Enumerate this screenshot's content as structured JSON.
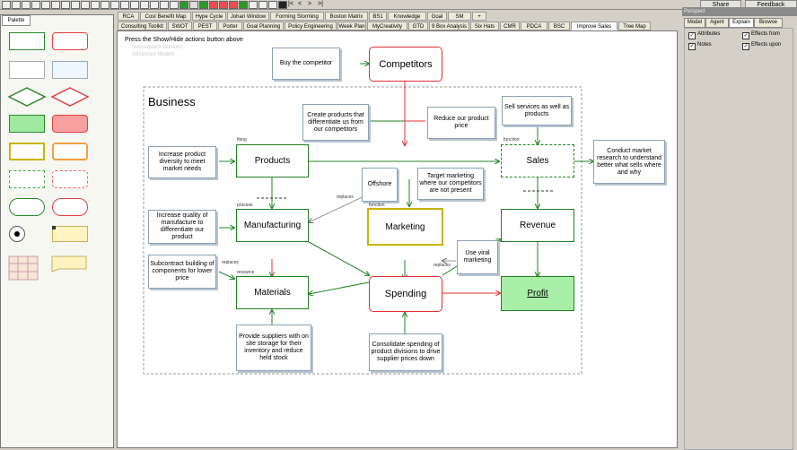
{
  "header": {
    "share": "Share",
    "feedback": "Feedback",
    "panel_title": "Perspect"
  },
  "palette": {
    "tab_label": "Palette"
  },
  "tabs_row1": [
    "RCA",
    "Cost Benefit Map",
    "Hype Cycle",
    "Johari Window",
    "Forming Storming",
    "Boston Matrix",
    "BS1",
    "Knowledge",
    "Goal",
    "SM",
    "+"
  ],
  "tabs_row2": [
    "Consulting Toolkit",
    "SWOT",
    "PEST",
    "Porter",
    "Goal Planning",
    "Policy Engineering",
    "Week Plan",
    "MyCreativity",
    "GTD",
    "9 Box Analysis",
    "Six Hats",
    "CMR",
    "PDCA",
    "BSC",
    "Improve Sales",
    "Tree Map"
  ],
  "canvas": {
    "instruction": "Press the Show/Hide actions button above",
    "faded1": "Subsequent Versions",
    "faded2": "Advanced Models",
    "group_title": "Business",
    "nodes": {
      "competitors": "Competitors",
      "products": "Products",
      "sales": "Sales",
      "manufacturing": "Manufacturing",
      "marketing": "Marketing",
      "revenue": "Revenue",
      "materials": "Materials",
      "spending": "Spending",
      "profit": "Profit"
    },
    "notes": {
      "buy": "Buy the competitor",
      "create": "Create products that differentiate us from our competitors",
      "reduce": "Reduce our product price",
      "sell": "Sell services as well as products",
      "research": "Conduct market research to understand better what sells where and why",
      "increase_div": "Increase product diversity to meet market needs",
      "offshore": "Offshore",
      "target": "Target marketing where our competitors are not present",
      "quality": "Increase quality of manufacture to differentiate our product",
      "viral": "Use viral marketing",
      "subcontract": "Subcontract building of components for lower price",
      "suppliers": "Provide suppliers with on site storage for their inventory and reduce held stock",
      "consolidate": "Consolidate spending of product divisions to drive supplier prices down"
    },
    "labels": {
      "thing": "thing",
      "function": "function",
      "function2": "function",
      "process": "process",
      "resource": "resource",
      "replaces": "replaces",
      "replaces2": "replaces",
      "replaces3": "replaces"
    }
  },
  "right_panel": {
    "tabs": [
      "Model",
      "Agent",
      "Explain",
      "Browse"
    ],
    "checks": [
      "Attributes",
      "Notes",
      "Effects from",
      "Effects upon"
    ]
  }
}
